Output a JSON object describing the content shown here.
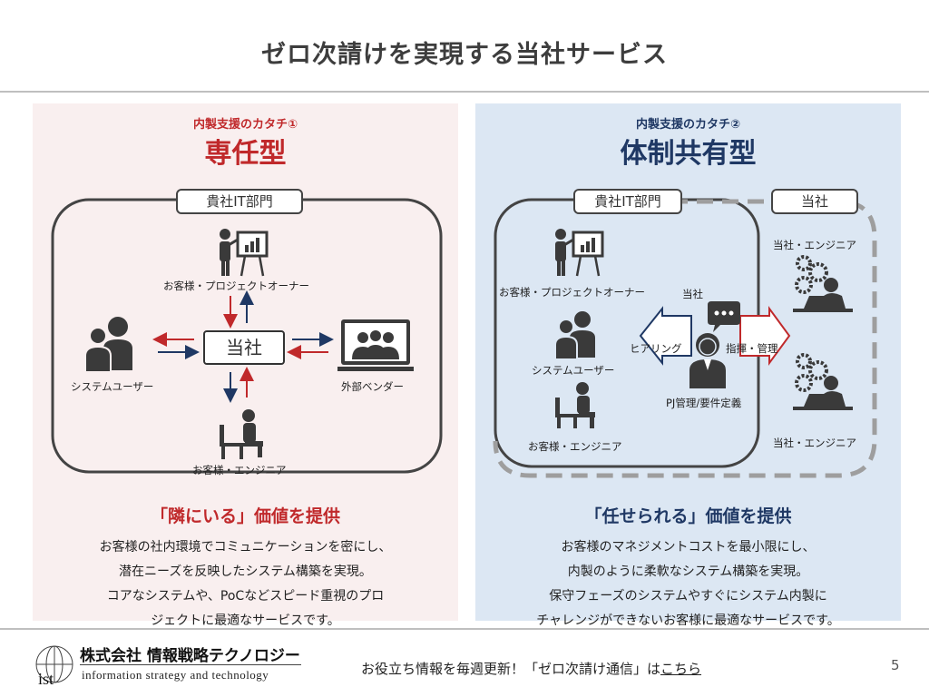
{
  "slide": {
    "title": "ゼロ次請けを実現する当社サービス",
    "page_number": "5"
  },
  "left": {
    "subtitle": "内製支援のカタチ①",
    "heading": "専任型",
    "it_dept_tab": "貴社IT部門",
    "center_box": "当社",
    "owner_label": "お客様・プロジェクトオーナー",
    "system_user_label": "システムユーザー",
    "vendor_label": "外部ベンダー",
    "engineer_label": "お客様・エンジニア",
    "value_heading": "「隣にいる」価値を提供",
    "description": [
      "お客様の社内環境でコミュニケーションを密にし、",
      "潜在ニーズを反映したシステム構築を実現。",
      "コアなシステムや、PoCなどスピード重視のプロ",
      "ジェクトに最適なサービスです。"
    ]
  },
  "right": {
    "subtitle": "内製支援のカタチ②",
    "heading": "体制共有型",
    "it_dept_tab": "貴社IT部門",
    "company_tab": "当社",
    "owner_label": "お客様・プロジェクトオーナー",
    "system_user_label": "システムユーザー",
    "engineer_label": "お客様・エンジニア",
    "pm_label": "当社",
    "hearing_label": "ヒアリング",
    "direction_label": "指揮・管理",
    "pm_role_label": "PJ管理/要件定義",
    "our_engineer_top": "当社・エンジニア",
    "our_engineer_bottom": "当社・エンジニア",
    "value_heading": "「任せられる」価値を提供",
    "description": [
      "お客様のマネジメントコストを最小限にし、",
      "内製のように柔軟なシステム構築を実現。",
      "保守フェーズのシステムやすぐにシステム内製に",
      "チャレンジができないお客様に最適なサービスです。"
    ]
  },
  "footer": {
    "company_name": "株式会社 情報戦略テクノロジー",
    "company_name_en": "information strategy and technology",
    "logo_text": "ist",
    "notice": "お役立ち情報を毎週更新！「ゼロ次請け通信」は",
    "link_text": "こちら"
  },
  "colors": {
    "red_accent": "#c0292b",
    "navy_accent": "#1f3864",
    "left_panel_bg": "#f9efef",
    "right_panel_bg": "#dce7f3",
    "icon_dark": "#3a3a3a"
  }
}
